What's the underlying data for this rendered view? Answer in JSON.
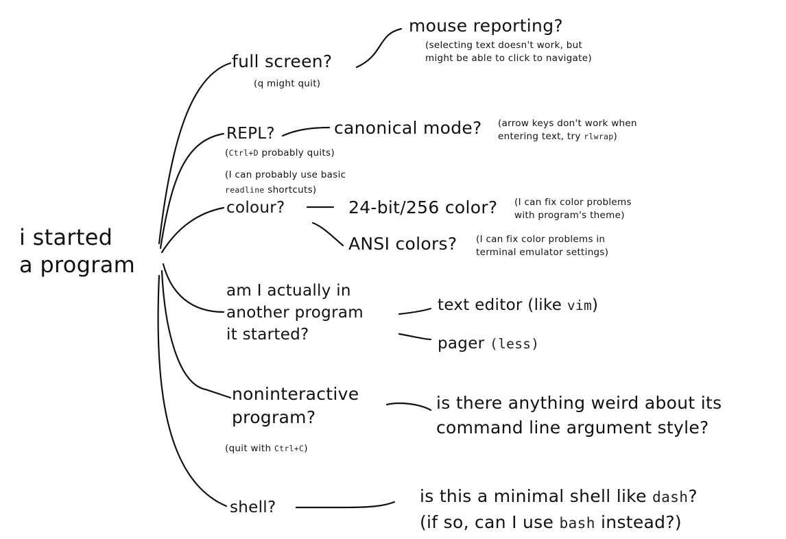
{
  "root": {
    "line1": "i started",
    "line2": "a program"
  },
  "full_screen": {
    "label": "full screen?",
    "note": "(q might quit)"
  },
  "mouse_reporting": {
    "label": "mouse reporting?",
    "note_line1": "(selecting text doesn't work, but",
    "note_line2": "might be able to click to navigate)"
  },
  "repl": {
    "label": "REPL?",
    "note1_code": "Ctrl+D",
    "note1_pre": "(",
    "note1_post": " probably quits)",
    "note2_line1": "(I can probably use basic",
    "note2_code": "readline",
    "note2_post": " shortcuts)"
  },
  "canonical_mode": {
    "label": "canonical mode?",
    "note_line1": "(arrow keys don't work when",
    "note_line2_pre": "entering text, try ",
    "note_line2_code": "rlwrap",
    "note_line2_post": ")"
  },
  "colour": {
    "label": "colour?"
  },
  "color_24bit": {
    "label": "24-bit/256 color?",
    "note_line1": "(I can fix color problems",
    "note_line2": "with program's theme)"
  },
  "ansi_colors": {
    "label": "ANSI colors?",
    "note_line1": "(I can fix color problems in",
    "note_line2": "terminal emulator settings)"
  },
  "another_program": {
    "line1": "am I actually in",
    "line2": "another program",
    "line3": "it started?"
  },
  "text_editor": {
    "label": "text editor (like ",
    "code": "vim",
    "post": ")"
  },
  "pager": {
    "label": "pager ",
    "code": "(less)"
  },
  "noninteractive": {
    "line1": "noninteractive",
    "line2": "program?",
    "note_pre": "(quit with ",
    "note_code": "Ctrl+C",
    "note_post": ")"
  },
  "argument_style": {
    "line1": "is there anything weird about its",
    "line2": "command line argument style?"
  },
  "shell": {
    "label": "shell?"
  },
  "minimal_shell": {
    "line1_pre": "is this a minimal shell like ",
    "line1_code": "dash",
    "line1_post": "?",
    "line2_pre": "(if so, can I use ",
    "line2_code": "bash",
    "line2_post": " instead?)"
  }
}
